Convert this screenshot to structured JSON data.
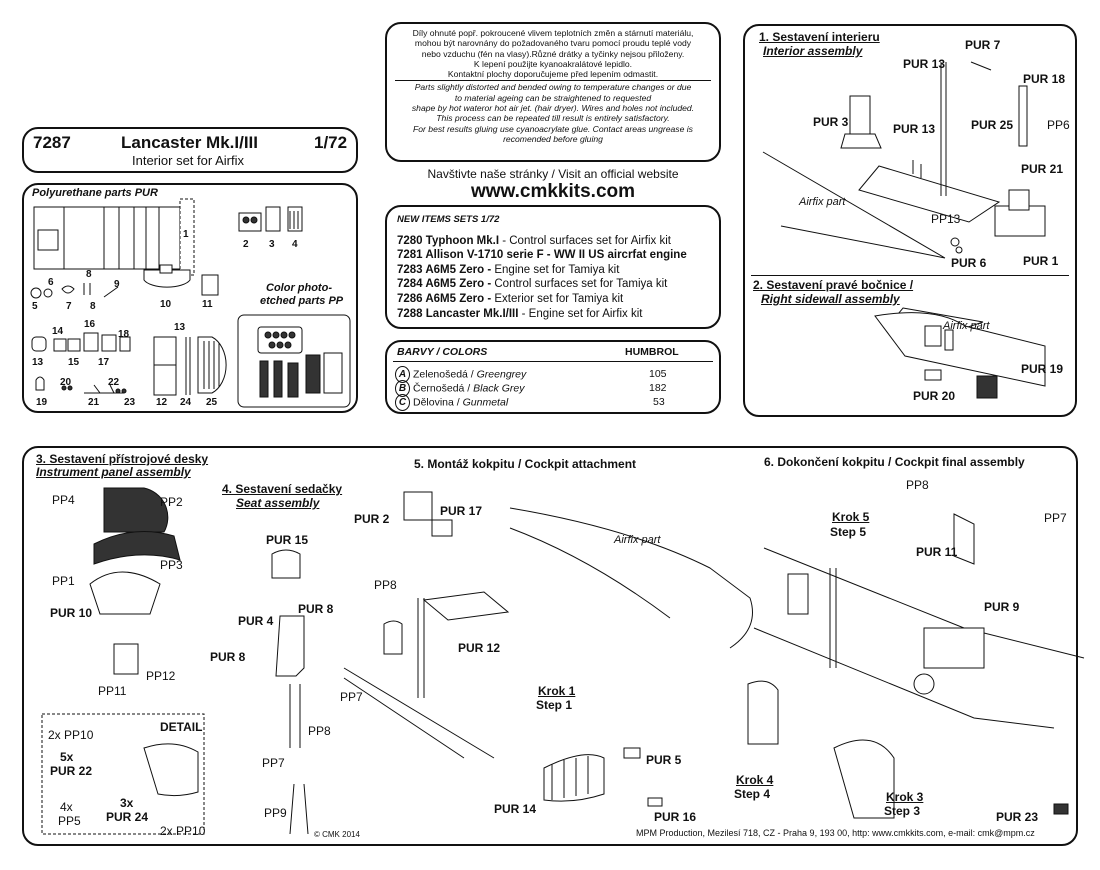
{
  "header": {
    "code": "7287",
    "title": "Lancaster Mk.I/III",
    "scale": "1/72",
    "subtitle": "Interior set for Airfix"
  },
  "notice": {
    "cz": [
      "Díly ohnuté popř. pokroucené vlivem teplotních změn a stárnutí materiálu,",
      "mohou být narovnány do požadovaného tvaru pomocí proudu teplé vody",
      "nebo vzduchu (fén na vlasy).Různé drátky a tyčinky nejsou přiloženy.",
      "K lepení použijte kyanoakralátové lepidlo.",
      "Kontaktní plochy doporučujeme před lepením odmastit."
    ],
    "en": [
      "Parts slightly distorted and bended owing to temperature changes or due",
      "to material ageing can be straightened to requested",
      "shape by hot waterоr hot  air jet.  (hair dryer). Wires and holes not included.",
      "This process can be repeated till result is entirely satisfactory.",
      "For best results gluing use cyanoacrylate glue. Contact areas ungrease is",
      "recomended before gluing"
    ]
  },
  "website": {
    "line": "Navštivte naše stránky / Visit an official website",
    "url": "www.cmkkits.com"
  },
  "new_items": {
    "heading": "NEW ITEMS SETS  1/72",
    "items": [
      {
        "code": "7280 Typhoon Mk.I",
        "text": " - Control surfaces set for Airfix kit"
      },
      {
        "code": "7281 Allison V-1710 serie F - WW II US aircrfat engine",
        "text": ""
      },
      {
        "code": "7283 A6M5 Zero -",
        "text": " Engine set for Tamiya kit"
      },
      {
        "code": "7284 A6M5 Zero -",
        "text": " Control surfaces set for Tamiya kit"
      },
      {
        "code": "7286 A6M5 Zero -",
        "text": " Exterior set for Tamiya kit"
      },
      {
        "code": "7288 Lancaster Mk.I/III",
        "text": " - Engine set for Airfix kit"
      }
    ]
  },
  "colors": {
    "heading": "BARVY / COLORS",
    "brand": "HUMBROL",
    "rows": [
      {
        "key": "A",
        "cz": "Zelenošedá /",
        "en": "Greengrey",
        "num": "105"
      },
      {
        "key": "B",
        "cz": "Černošedá /",
        "en": "Black Grey",
        "num": "182"
      },
      {
        "key": "C",
        "cz": "Dělovina /",
        "en": "Gunmetal",
        "num": "53"
      }
    ]
  },
  "parts": {
    "heading": "Polyurethane parts PUR",
    "pe_heading": [
      "Color photo-",
      "etched parts PP"
    ],
    "numbers": [
      "1",
      "2",
      "3",
      "4",
      "5",
      "6",
      "7",
      "8",
      "8",
      "9",
      "10",
      "11",
      "12",
      "13",
      "14",
      "15",
      "16",
      "17",
      "18",
      "19",
      "20",
      "21",
      "22",
      "23",
      "24",
      "25",
      "13"
    ]
  },
  "sec1": {
    "title": "1. Sestavení interieru",
    "subtitle": "Interior assembly",
    "airfix": "Airfix part",
    "labels": [
      "PUR 13",
      "PUR 7",
      "PUR 18",
      "PP6",
      "PUR 3",
      "PUR 13",
      "PUR 25",
      "PUR 21",
      "PP13",
      "PUR 6",
      "PUR 1"
    ]
  },
  "sec2": {
    "title": "2. Sestavení pravé bočnice /",
    "subtitle": "Right sidewall assembly",
    "airfix": "Airfix part",
    "labels": [
      "PUR 19",
      "PUR 20"
    ]
  },
  "sec3": {
    "title": "3. Sestavení přístrojové desky",
    "subtitle": "Instrument panel assembly",
    "labels": [
      "PP4",
      "PP2",
      "PP3",
      "PP1",
      "PUR 10",
      "PP11",
      "PP12"
    ],
    "detail": {
      "title": "DETAIL",
      "labels": [
        "2x PP10",
        "5x",
        "PUR 22",
        "4x",
        "PP5",
        "3x",
        "PUR 24",
        "2x PP10"
      ]
    }
  },
  "sec4": {
    "title": "4. Sestavení sedačky",
    "subtitle": "Seat assembly",
    "labels": [
      "PUR 15",
      "PUR 4",
      "PUR 8",
      "PUR 8",
      "PP7",
      "PP8",
      "PP7",
      "PP9"
    ]
  },
  "sec5": {
    "title": "5. Montáž kokpitu / Cockpit attachment",
    "airfix": "Airfix part",
    "labels": [
      "PUR 2",
      "PUR 17",
      "PP8",
      "PUR 12",
      "PUR 5",
      "PUR 14",
      "PUR 16"
    ],
    "step": {
      "cz": "Krok 1",
      "en": "Step 1"
    }
  },
  "sec6": {
    "title": "6. Dokončení kokpitu / Cockpit final assembly",
    "labels": [
      "PP8",
      "PP7",
      "PUR 11",
      "PUR 9",
      "PUR 23"
    ],
    "step5": {
      "cz": "Krok 5",
      "en": "Step 5"
    },
    "step4": {
      "cz": "Krok 4",
      "en": "Step 4"
    },
    "step3": {
      "cz": "Krok 3",
      "en": "Step 3"
    }
  },
  "footer": {
    "copyright": "© CMK 2014",
    "address": "MPM Production, Mezilesí 718, CZ - Praha 9, 193 00,  http: www.cmkkits.com, e-mail: cmk@mpm.cz"
  }
}
